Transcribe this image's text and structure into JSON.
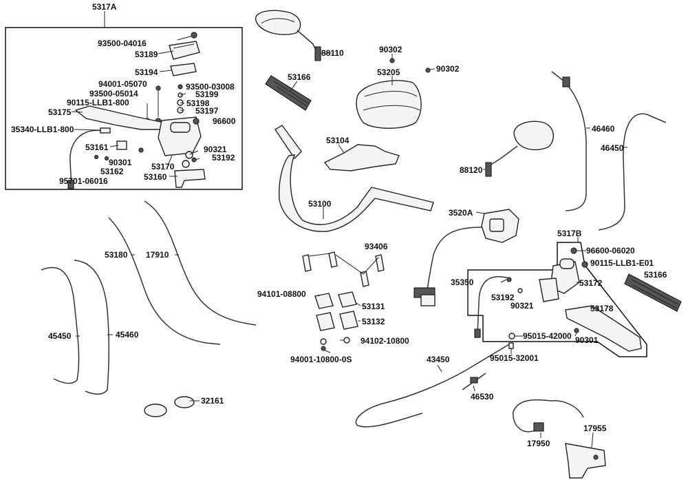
{
  "labels": {
    "l5317A": "5317A",
    "l93500_04016": "93500-04016",
    "l53189": "53189",
    "l53194": "53194",
    "l94001_05070": "94001-05070",
    "l93500_03008": "93500-03008",
    "l93500_05014": "93500-05014",
    "l53199": "53199",
    "l90115_LLB1_800": "90115-LLB1-800",
    "l53198": "53198",
    "l53175": "53175",
    "l53197": "53197",
    "l96600": "96600",
    "l35340_LLB1_800": "35340-LLB1-800",
    "l53161": "53161",
    "l90321_a": "90321",
    "l90301_a": "90301",
    "l53192_a": "53192",
    "l53162": "53162",
    "l53170": "53170",
    "l95701_06016": "95701-06016",
    "l53160": "53160",
    "l88110": "88110",
    "l90302_a": "90302",
    "l90302_b": "90302",
    "l53205": "53205",
    "l53166_a": "53166",
    "l46460": "46460",
    "l46450": "46450",
    "l53104": "53104",
    "l88120": "88120",
    "l53100": "53100",
    "l3520A": "3520A",
    "l5317B": "5317B",
    "l96600_06020": "96600-06020",
    "l90115_LLB1_E01": "90115-LLB1-E01",
    "l53166_b": "53166",
    "l53172": "53172",
    "l35350": "35350",
    "l53192_b": "53192",
    "l90321_b": "90321",
    "l53178": "53178",
    "l90301_b": "90301",
    "l95015_42000": "95015-42000",
    "l95015_32001": "95015-32001",
    "l93406": "93406",
    "l94101_08800": "94101-08800",
    "l53131": "53131",
    "l53132": "53132",
    "l94102_10800": "94102-10800",
    "l94001_10800_0S": "94001-10800-0S",
    "l53180": "53180",
    "l17910": "17910",
    "l45450": "45450",
    "l45460": "45460",
    "l43450": "43450",
    "l46530": "46530",
    "l32161": "32161",
    "l17955": "17955",
    "l17950": "17950"
  }
}
